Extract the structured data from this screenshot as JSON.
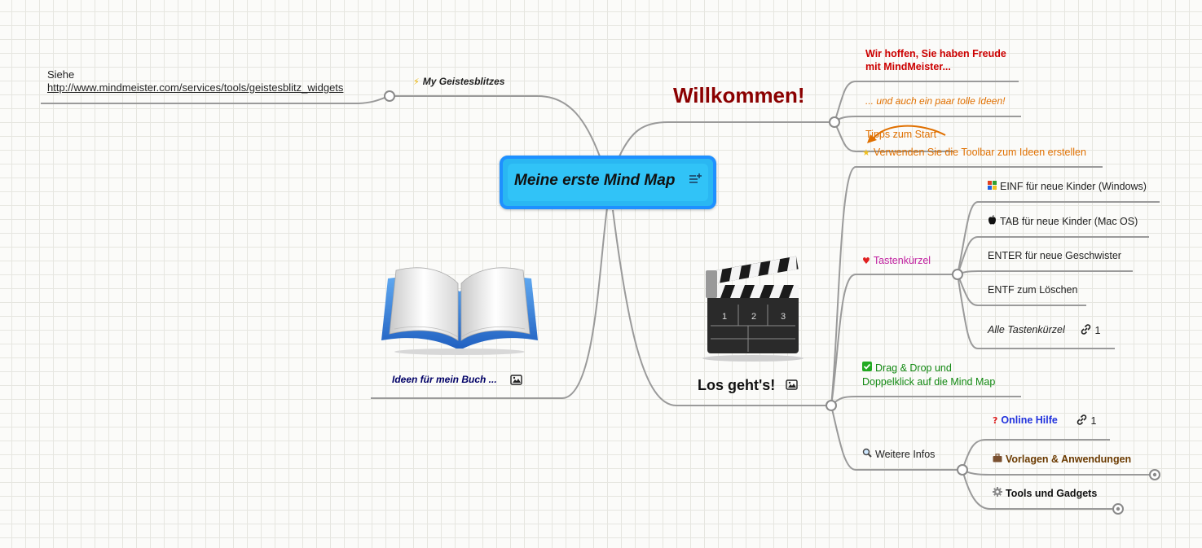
{
  "root": {
    "label": "Meine erste Mind Map",
    "note_icon": "note-list-icon"
  },
  "left": {
    "geistesblitze": {
      "icon": "lightning-icon",
      "label": "My Geistesblitzes"
    },
    "siehe": {
      "label": "Siehe",
      "url": "http://www.mindmeister.com/services/tools/geistesblitz_widgets"
    },
    "book": {
      "label": "Ideen für mein Buch ...",
      "image": "open-book-image",
      "image_icon": "image-icon"
    }
  },
  "welcome": {
    "label": "Willkommen!",
    "hope": "Wir hoffen, Sie haben Freude mit MindMeister...",
    "hope_line1": "Wir hoffen, Sie haben Freude",
    "hope_line2": "mit MindMeister...",
    "ideas": "... und auch ein paar tolle Ideen!",
    "tips": "Tipps zum Start"
  },
  "los": {
    "label": "Los geht's!",
    "image": "clapperboard-image",
    "image_icon": "image-icon",
    "clapper_numbers": [
      "1",
      "2",
      "3"
    ],
    "toolbar": {
      "icon": "star-icon",
      "label": "Verwenden Sie die Toolbar zum Ideen erstellen"
    },
    "shortcuts": {
      "icon": "heart-icon",
      "label": "Tastenkürzel",
      "items": [
        {
          "icon": "windows-icon",
          "label": "EINF für neue Kinder (Windows)"
        },
        {
          "icon": "apple-icon",
          "label": "TAB für neue Kinder (Mac OS)"
        },
        {
          "label": "ENTER für neue Geschwister"
        },
        {
          "label": "ENTF zum Löschen"
        },
        {
          "label": "Alle Tastenkürzel",
          "link_icon": "link-icon",
          "link_count": "1"
        }
      ]
    },
    "dragdrop": {
      "icon": "checkmark-icon",
      "line1": "Drag & Drop und",
      "line2": "Doppelklick auf die Mind Map"
    },
    "infos": {
      "icon": "magnifier-icon",
      "label": "Weitere Infos",
      "items": [
        {
          "icon": "question-icon",
          "label": "Online Hilfe",
          "link_icon": "link-icon",
          "link_count": "1"
        },
        {
          "icon": "briefcase-icon",
          "label": "Vorlagen & Anwendungen"
        },
        {
          "icon": "gear-icon",
          "label": "Tools und Gadgets"
        }
      ]
    }
  },
  "colors": {
    "root_border": "#1e90ff",
    "root_fill": "#2ab7f2",
    "welcome": "#8b0000",
    "hope": "#cc0000",
    "ideas": "#e07000",
    "tips": "#e07000",
    "shortcuts": "#c020a0",
    "dragdrop": "#118811",
    "online_help": "#2233dd",
    "vorlagen": "#6b3a00",
    "book_label": "#000066",
    "connector": "#9a9a9a"
  }
}
